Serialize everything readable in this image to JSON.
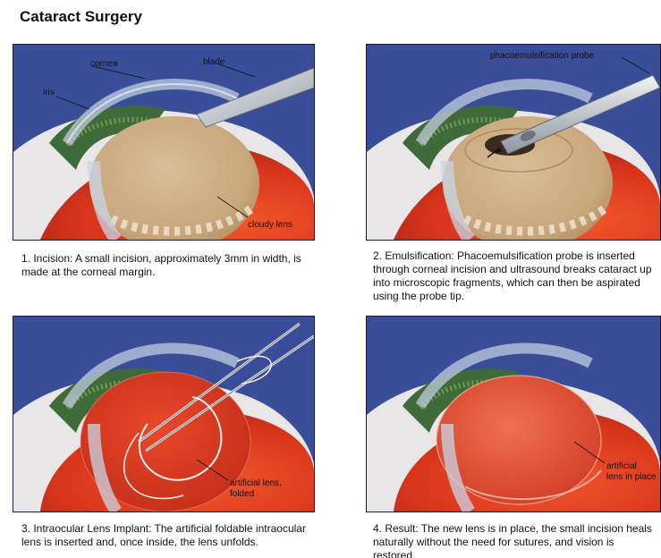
{
  "title": "Cataract Surgery",
  "panels": [
    {
      "labels": {
        "cornea": "cornea",
        "blade": "blade",
        "iris": "iris",
        "cloudy_lens": "cloudy lens"
      },
      "caption": "1. Incision: A small incision, approximately 3mm in width, is made at the corneal margin."
    },
    {
      "labels": {
        "probe": "phacoemulsification probe"
      },
      "caption": "2. Emulsification: Phacoemulsification probe is inserted through corneal incision and ultrasound breaks cataract up into microscopic fragments, which can then be aspirated using the probe tip."
    },
    {
      "labels": {
        "lens_line1": "artificial lens,",
        "lens_line2": "folded"
      },
      "caption": "3. Intraocular Lens Implant: The artificial foldable intraocular lens is inserted and, once inside, the lens unfolds."
    },
    {
      "labels": {
        "lens_line1": "artificial",
        "lens_line2": "lens in place"
      },
      "caption": "4. Result: The new lens is in place, the small incision heals naturally without the need for sutures, and vision is restored."
    }
  ],
  "colors": {
    "sky": "#3a4d98",
    "sclera": "#e9e6e8",
    "eye_red": "#d8351c",
    "iris_green": "#3f6a3a",
    "cloudy_lens": "#c9a77c",
    "cornea": "#c9d4e6",
    "metal": "#b8bcc4"
  }
}
